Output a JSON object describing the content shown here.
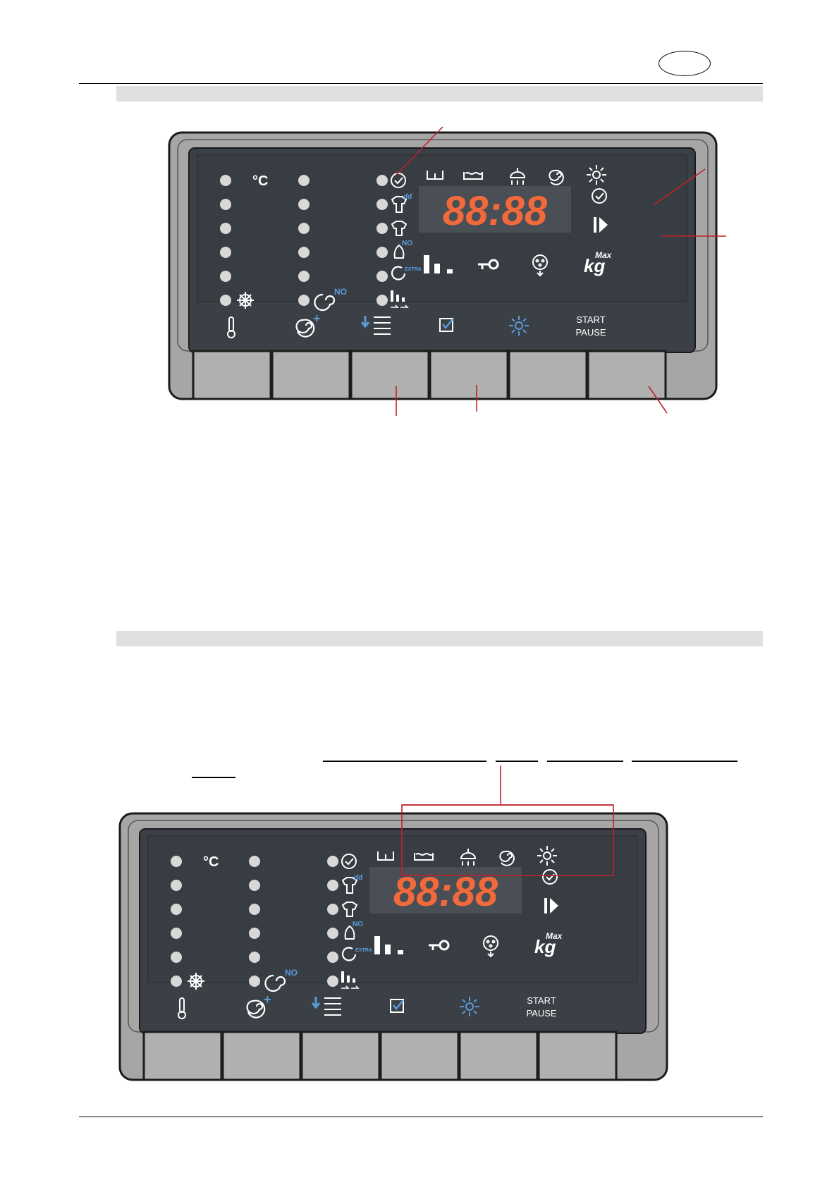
{
  "header": {
    "language_badge": ""
  },
  "panel_top": {
    "temperature_unit": "°C",
    "display_digits": "88:88",
    "spin_off_badge": "NO",
    "extra_badge": "EXTRA",
    "stain_no_badge": "NO",
    "max_load_sup": "Max",
    "max_load_unit": "kg",
    "start_label": "START",
    "pause_label": "PAUSE"
  },
  "panel_bottom": {
    "temperature_unit": "°C",
    "display_digits": "88:88",
    "spin_off_badge": "NO",
    "extra_badge": "EXTRA",
    "stain_no_badge": "NO",
    "max_load_sup": "Max",
    "max_load_unit": "kg",
    "start_label": "START",
    "pause_label": "PAUSE"
  },
  "icons": {
    "phase": [
      "prewash-icon",
      "wash-icon",
      "rinse-icon",
      "spin-icon",
      "end-icon"
    ],
    "right_column": [
      "delay-clock-icon",
      "start-indicator-icon",
      "max-load-icon"
    ],
    "third_column": [
      "delay-start-icon",
      "easy-iron-icon",
      "shirt-icon",
      "stain-no-icon",
      "extra-rinse-icon",
      "load-level-icon"
    ],
    "buttons": [
      "temperature-button",
      "spin-button",
      "options-button",
      "confirm-button",
      "end-button",
      "start-pause-button"
    ]
  },
  "colors": {
    "display_digits": "#f26a3c",
    "panel": "#3d4247",
    "bezel": "#a8a8a8",
    "callout_line": "#c0202a",
    "accent_blue": "#5b9bd8"
  }
}
